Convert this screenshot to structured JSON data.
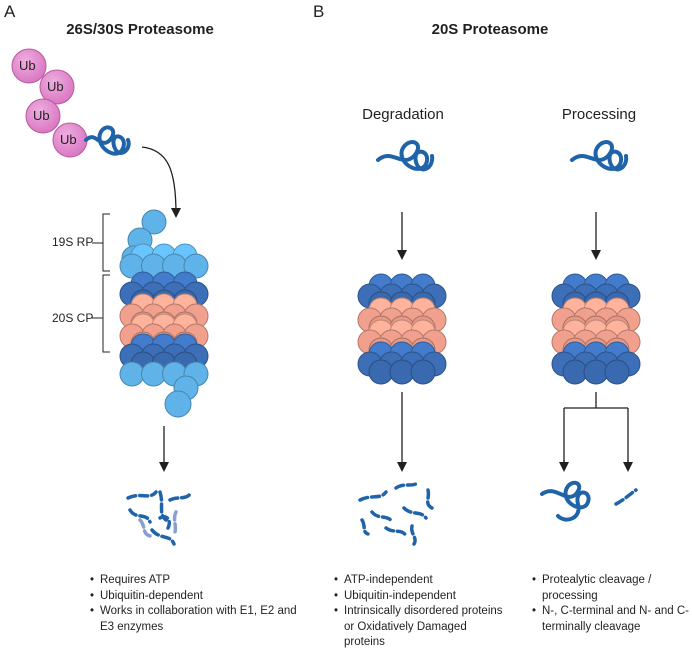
{
  "panel_a": {
    "letter": "A",
    "title": "26S/30S Proteasome",
    "ub_labels": [
      "Ub",
      "Ub",
      "Ub",
      "Ub"
    ],
    "rp_label": "19S RP",
    "cp_label": "20S CP",
    "bullets": [
      "Requires ATP",
      "Ubiquitin-dependent",
      "Works in collaboration with E1, E2 and E3 enzymes"
    ]
  },
  "panel_b": {
    "letter": "B",
    "title": "20S Proteasome",
    "degradation": {
      "label": "Degradation",
      "bullets": [
        "ATP-independent",
        "Ubiquitin-independent",
        "Intrinsically disordered proteins or Oxidatively Damaged proteins"
      ]
    },
    "processing": {
      "label": "Processing",
      "bullets": [
        "Protealytic cleavage / processing",
        "N-, C-terminal and N- and C-terminally cleavage"
      ]
    }
  },
  "colors": {
    "ubiquitin": "#d874c0",
    "protein_chain": "#1f63a8",
    "alpha_ring": "#3c6fb7",
    "beta_ring": "#f0a08c",
    "regulatory_particle": "#5fb3e8",
    "arrow": "#231f20"
  }
}
